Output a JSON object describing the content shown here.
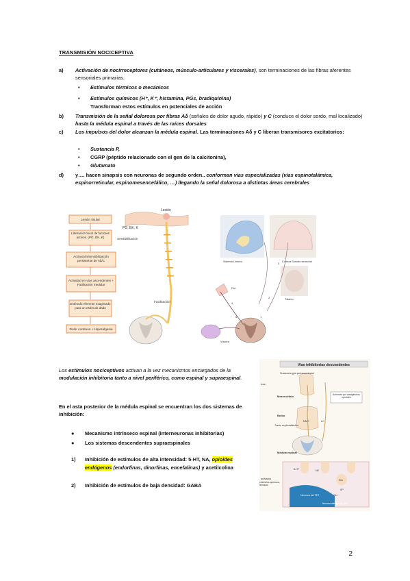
{
  "title": "TRANSMISIÓN NOCICEPTIVA",
  "items": {
    "a": {
      "label": "a)",
      "text_it": "Activación de nocirreceptores (cutáneos, músculo-articulares y viscerales)",
      "text_rest": ", son terminaciones de las fibras aferentes sensoriales primarias.",
      "bullets": [
        "Estímulos térmicos o mecánicos",
        "Estímulos químicos (H⁺, K⁺, histamina, PGs, bradiquinina)"
      ],
      "note": "Transforman estos estímulos en potenciales de acción"
    },
    "b": {
      "label": "b)",
      "text_it": "Transmisión de la señal dolorosa por fibras Aδ",
      "text_mid": " (señales de dolor agudo, rápido) ",
      "text_it2": "y C",
      "text_mid2": " (conduce el dolor sordo, mal localizado) ",
      "text_end": "hasta la médula espinal a través de las raíces dorsales"
    },
    "c": {
      "label": "c)",
      "text_it": "Los impulsos del dolor alcanzan la médula espinal",
      "text_rest": ". Las terminaciones Aδ y C liberan transmisores excitatorios:",
      "bullets": [
        "Sustancia P,",
        "CGRP (péptido relacionado con el gen de la calcitonina),",
        "Glutamato"
      ]
    },
    "d": {
      "label": "d)",
      "text_a": "y…. hacen sinapsis con neuronas de segundo orden.. ",
      "text_b": "conforman vías especializadas (vías espinotalámica, espinorreticular, espinomesencefálico, …) llegando la señal dolorosa a distintas áreas cerebrales"
    }
  },
  "fig1": {
    "boxes": [
      "Lesión tisular",
      "Liberación local de factores activos. (PG, BK, K)",
      "Activación/sensibilización persistente de Aδ/C",
      "Actividad en vías ascendentes + Facilitación medular",
      "Estímulo eferente exagerado para un estímulo dado",
      "Dolor continuo + Hiperalgesia"
    ],
    "labels": {
      "lesion": "Lesión",
      "pgbk": "PG, BK, K",
      "sens": "Sensibilización",
      "facil": "Facilitación"
    }
  },
  "fig2": {
    "labels": {
      "limbico": "Sistema Límbico",
      "cortex": "Corteza Somato sensorial",
      "talamo": "Tálamo",
      "piel": "Piel",
      "viscera": "Víscera",
      "n1": "1",
      "n2": "2",
      "n3": "3",
      "n4": "4",
      "n5": "5"
    }
  },
  "para1": {
    "a": "Los ",
    "b": "estímulos nociceptivos",
    "c": " activan a la vez mecanismos encargados de la ",
    "d": "modulación inhibitoria tanto a nivel periférico, como espinal y supraespinal",
    "e": "."
  },
  "para2": "En el asta posterior de la médula espinal se encuentran los dos sistemas de inhibición:",
  "list": [
    "Mecanismo intrínseco espinal (interneuronas inhibitorias)",
    "Los sistemas descendentes supraespinales"
  ],
  "num1": {
    "n": "1)",
    "a": "Inhibición de estímulos de alta intensidad: 5-HT, NA, ",
    "hl": "opioides endógenos",
    "b": " (endorfinas, dinorfinas, encefalinas)",
    "c": " y acetilcolina"
  },
  "num2": {
    "n": "2)",
    "a": "Inhibición de estímulos de baja densidad: GABA"
  },
  "fig3": {
    "title": "Vías inhibitorias descendentes",
    "labels": {
      "sgp": "Sustancia gris periacueductal",
      "mes": "Mesencéfalo",
      "act": "Activada por analgésicos opioides",
      "bulbo": "Bulbo",
      "nmr": "NMR",
      "lc": "LC",
      "tracto": "Tracto espinotalámico",
      "medula": "Médula espinal",
      "estim": "estímulos químicos, térmicos",
      "ht": "5-HT",
      "ne": "NE",
      "enk": "Enk",
      "sp": "SP",
      "glu": "Glu",
      "neur": "Neurona del TET",
      "aferente": "Neurona aferente primaria",
      "ices": "ices",
      "activ": "activados"
    }
  },
  "page_number": "2"
}
